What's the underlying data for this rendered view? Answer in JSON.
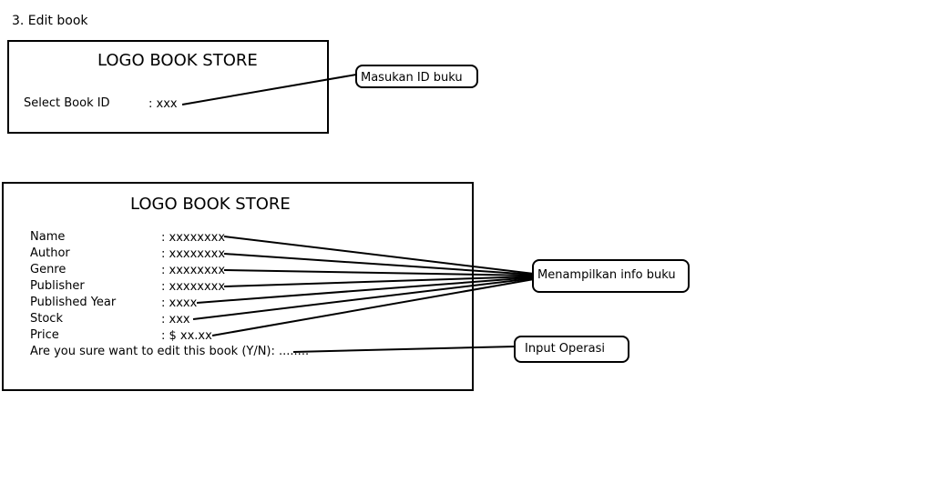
{
  "heading": "3. Edit book",
  "screen1": {
    "logo": "LOGO BOOK STORE",
    "field_label": "Select Book ID",
    "field_value": ": xxx"
  },
  "screen2": {
    "logo": "LOGO BOOK STORE",
    "fields": [
      {
        "label": "Name",
        "value": ": xxxxxxxx"
      },
      {
        "label": "Author",
        "value": ": xxxxxxxx"
      },
      {
        "label": "Genre",
        "value": ": xxxxxxxx"
      },
      {
        "label": "Publisher",
        "value": ": xxxxxxxx"
      },
      {
        "label": "Published Year",
        "value": ": xxxx"
      },
      {
        "label": "Stock",
        "value": ": xxx"
      },
      {
        "label": "Price",
        "value": ": $ xx.xx"
      }
    ],
    "confirm_prompt": "Are you sure want to edit this book (Y/N): ........"
  },
  "callouts": {
    "id_input": "Masukan ID buku",
    "show_info": "Menampilkan info buku",
    "input_operation": "Input Operasi"
  }
}
